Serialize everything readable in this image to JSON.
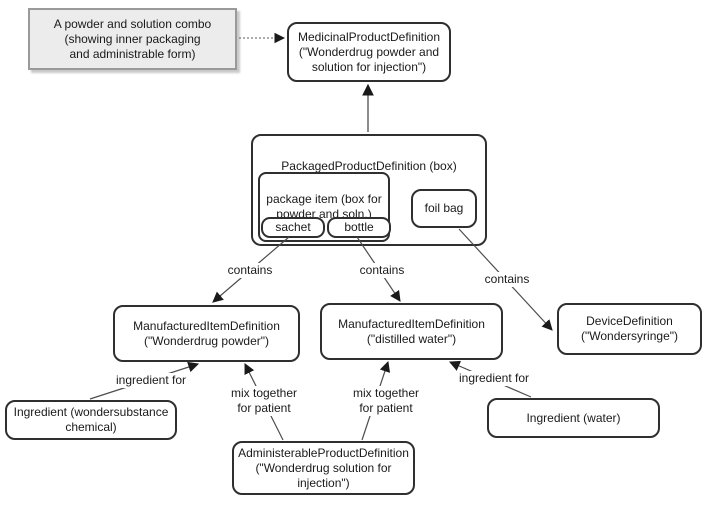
{
  "note": {
    "text": "A powder and solution combo\n(showing inner packaging\nand administrable form)"
  },
  "nodes": {
    "medicinal_product": {
      "text": "MedicinalProductDefinition\n(\"Wonderdrug powder and\nsolution for injection\")"
    },
    "packaged_product": {
      "text": "PackagedProductDefinition (box)"
    },
    "package_item": {
      "text": "package item (box for\npowder and soln.)"
    },
    "sachet": {
      "text": "sachet"
    },
    "bottle": {
      "text": "bottle"
    },
    "foil_bag": {
      "text": "foil bag"
    },
    "manufactured_item_powder": {
      "text": "ManufacturedItemDefinition\n(\"Wonderdrug powder\")"
    },
    "manufactured_item_water": {
      "text": "ManufacturedItemDefinition\n(\"distilled water\")"
    },
    "device_definition": {
      "text": "DeviceDefinition\n(\"Wondersyringe\")"
    },
    "ingredient_chemical": {
      "text": "Ingredient (wondersubstance\nchemical)"
    },
    "ingredient_water": {
      "text": "Ingredient (water)"
    },
    "administrable_product": {
      "text": "AdministerableProductDefinition\n(\"Wonderdrug solution for\ninjection\")"
    }
  },
  "edge_labels": {
    "contains_1": "contains",
    "contains_2": "contains",
    "contains_3": "contains",
    "ingredient_for_left": "ingredient for",
    "mix_together_left": "mix together\nfor patient",
    "mix_together_right": "mix together\nfor patient",
    "ingredient_for_right": "ingredient for"
  },
  "colors": {
    "background": "#ffffff",
    "node_border": "#2f2f2f",
    "note_fill": "#ececec",
    "note_border": "#9a9a9a",
    "connector_line": "#4d4d4d",
    "arrowhead": "#1a1a1a",
    "text": "#1a1a1a"
  }
}
